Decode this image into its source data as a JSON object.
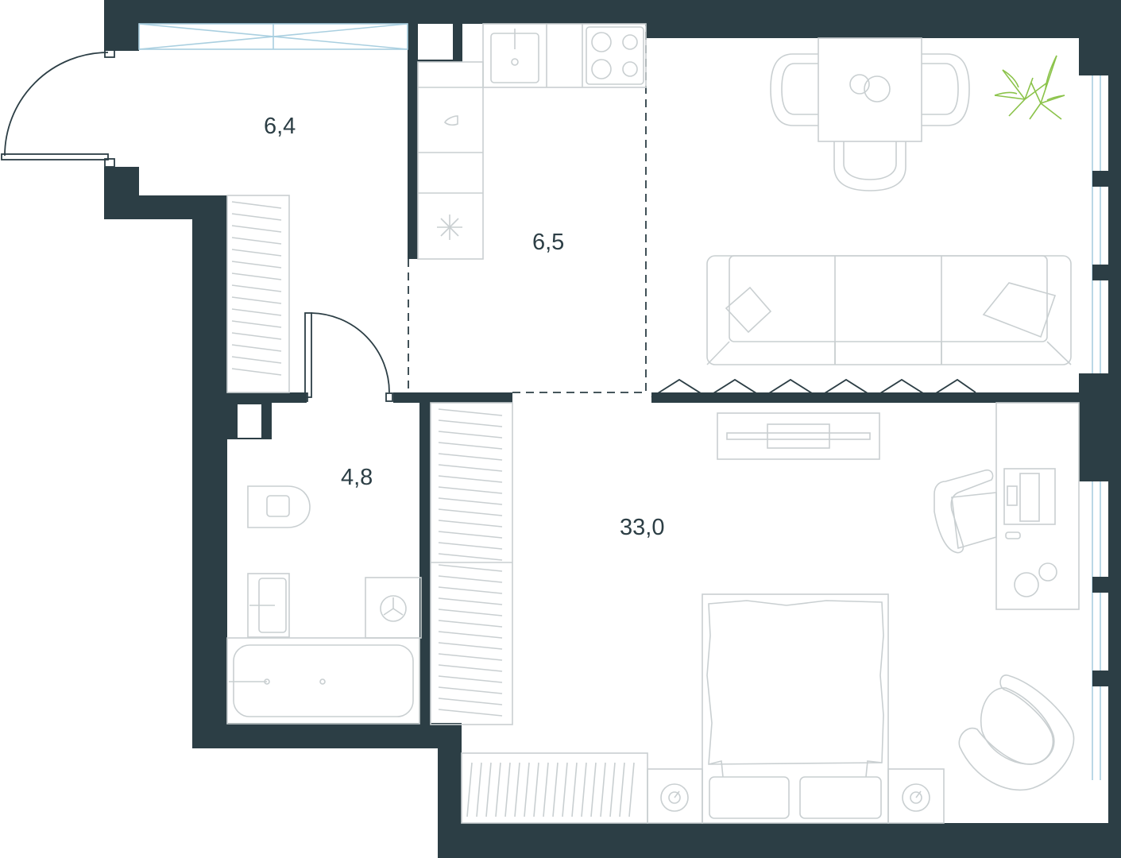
{
  "rooms": [
    {
      "id": "hall",
      "area": "6,4"
    },
    {
      "id": "kitchen",
      "area": "6,5"
    },
    {
      "id": "bathroom",
      "area": "4,8"
    },
    {
      "id": "living",
      "area": "33,0"
    }
  ],
  "colors": {
    "wall": "#2c3e45",
    "furniture": "#c9cfd1",
    "plant": "#8bc34a",
    "window": "#a9cfe0"
  }
}
